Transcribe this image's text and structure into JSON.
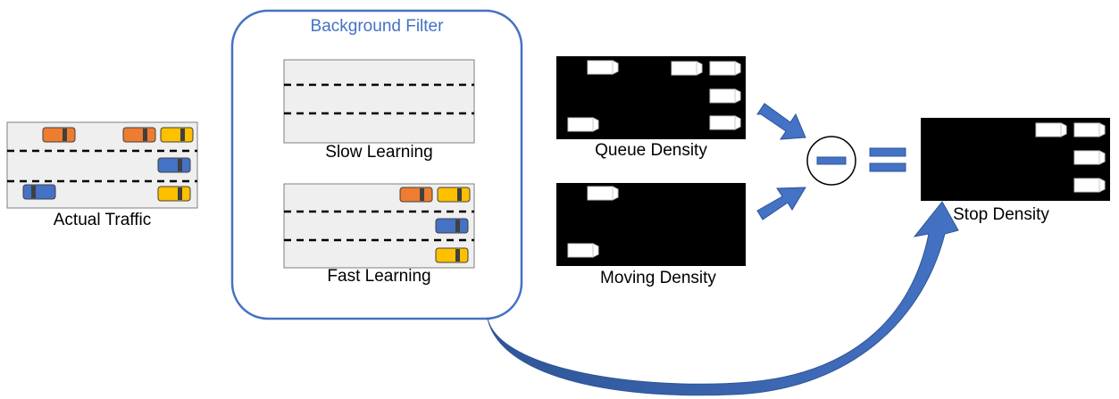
{
  "labels": {
    "actual_traffic": "Actual Traffic",
    "background_filter": "Background Filter",
    "slow_learning": "Slow Learning",
    "fast_learning": "Fast Learning",
    "queue_density": "Queue Density",
    "moving_density": "Moving Density",
    "stop_density": "Stop Density"
  },
  "colors": {
    "accent_blue": "#4472c4",
    "arrow_blue": "#4472c4",
    "curve_arrow_dark": "#2f5597",
    "road_gray": "#efefef",
    "car_orange": "#ed7d31",
    "car_yellow": "#ffc000",
    "car_blue": "#4472c4",
    "mask_black": "#000000",
    "mask_vehicle": "#ffffff"
  },
  "icons": {
    "minus_operator": "minus-circle-icon",
    "equals_operator": "equals-icon"
  }
}
